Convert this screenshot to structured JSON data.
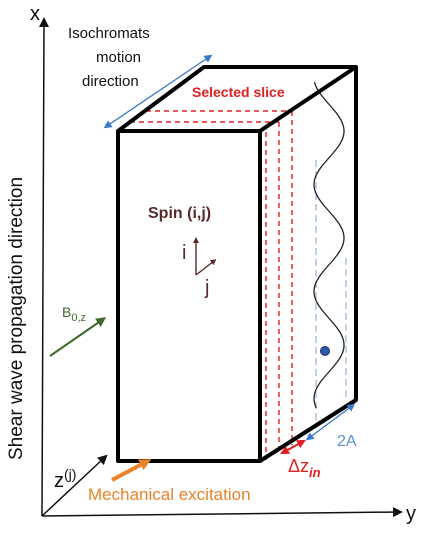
{
  "labels": {
    "x_axis": "x",
    "y_axis": "y",
    "z_axis": "z",
    "z_superscript": "(j)",
    "propagation": "Shear wave propagation direction",
    "isochromats": [
      "Isochromats",
      "motion",
      "direction"
    ],
    "selected_slice": "Selected slice",
    "spin": "Spin (i,j)",
    "spin_i": "i",
    "spin_j": "j",
    "b0_main": "B",
    "b0_sub": "0,z",
    "amplitude": "2A",
    "delta_main": "Δz",
    "delta_sub": "in",
    "excitation": "Mechanical excitation"
  },
  "colors": {
    "axis": "#111111",
    "box": "#000000",
    "slice": "#e02020",
    "label_red": "#e02020",
    "spin_label": "#5a2a2a",
    "arrow_blue": "#3a78c8",
    "amplitude_text": "#5b8fd0",
    "b0": "#3f6a2a",
    "excitation": "#e8832a",
    "wave": "#222222",
    "wave_guide": "#9bbbe0",
    "dot": "#2f5aa8"
  },
  "icons": {
    "spin_vector": "spin-axes-icon",
    "field_arrow": "b0-arrow-icon"
  }
}
